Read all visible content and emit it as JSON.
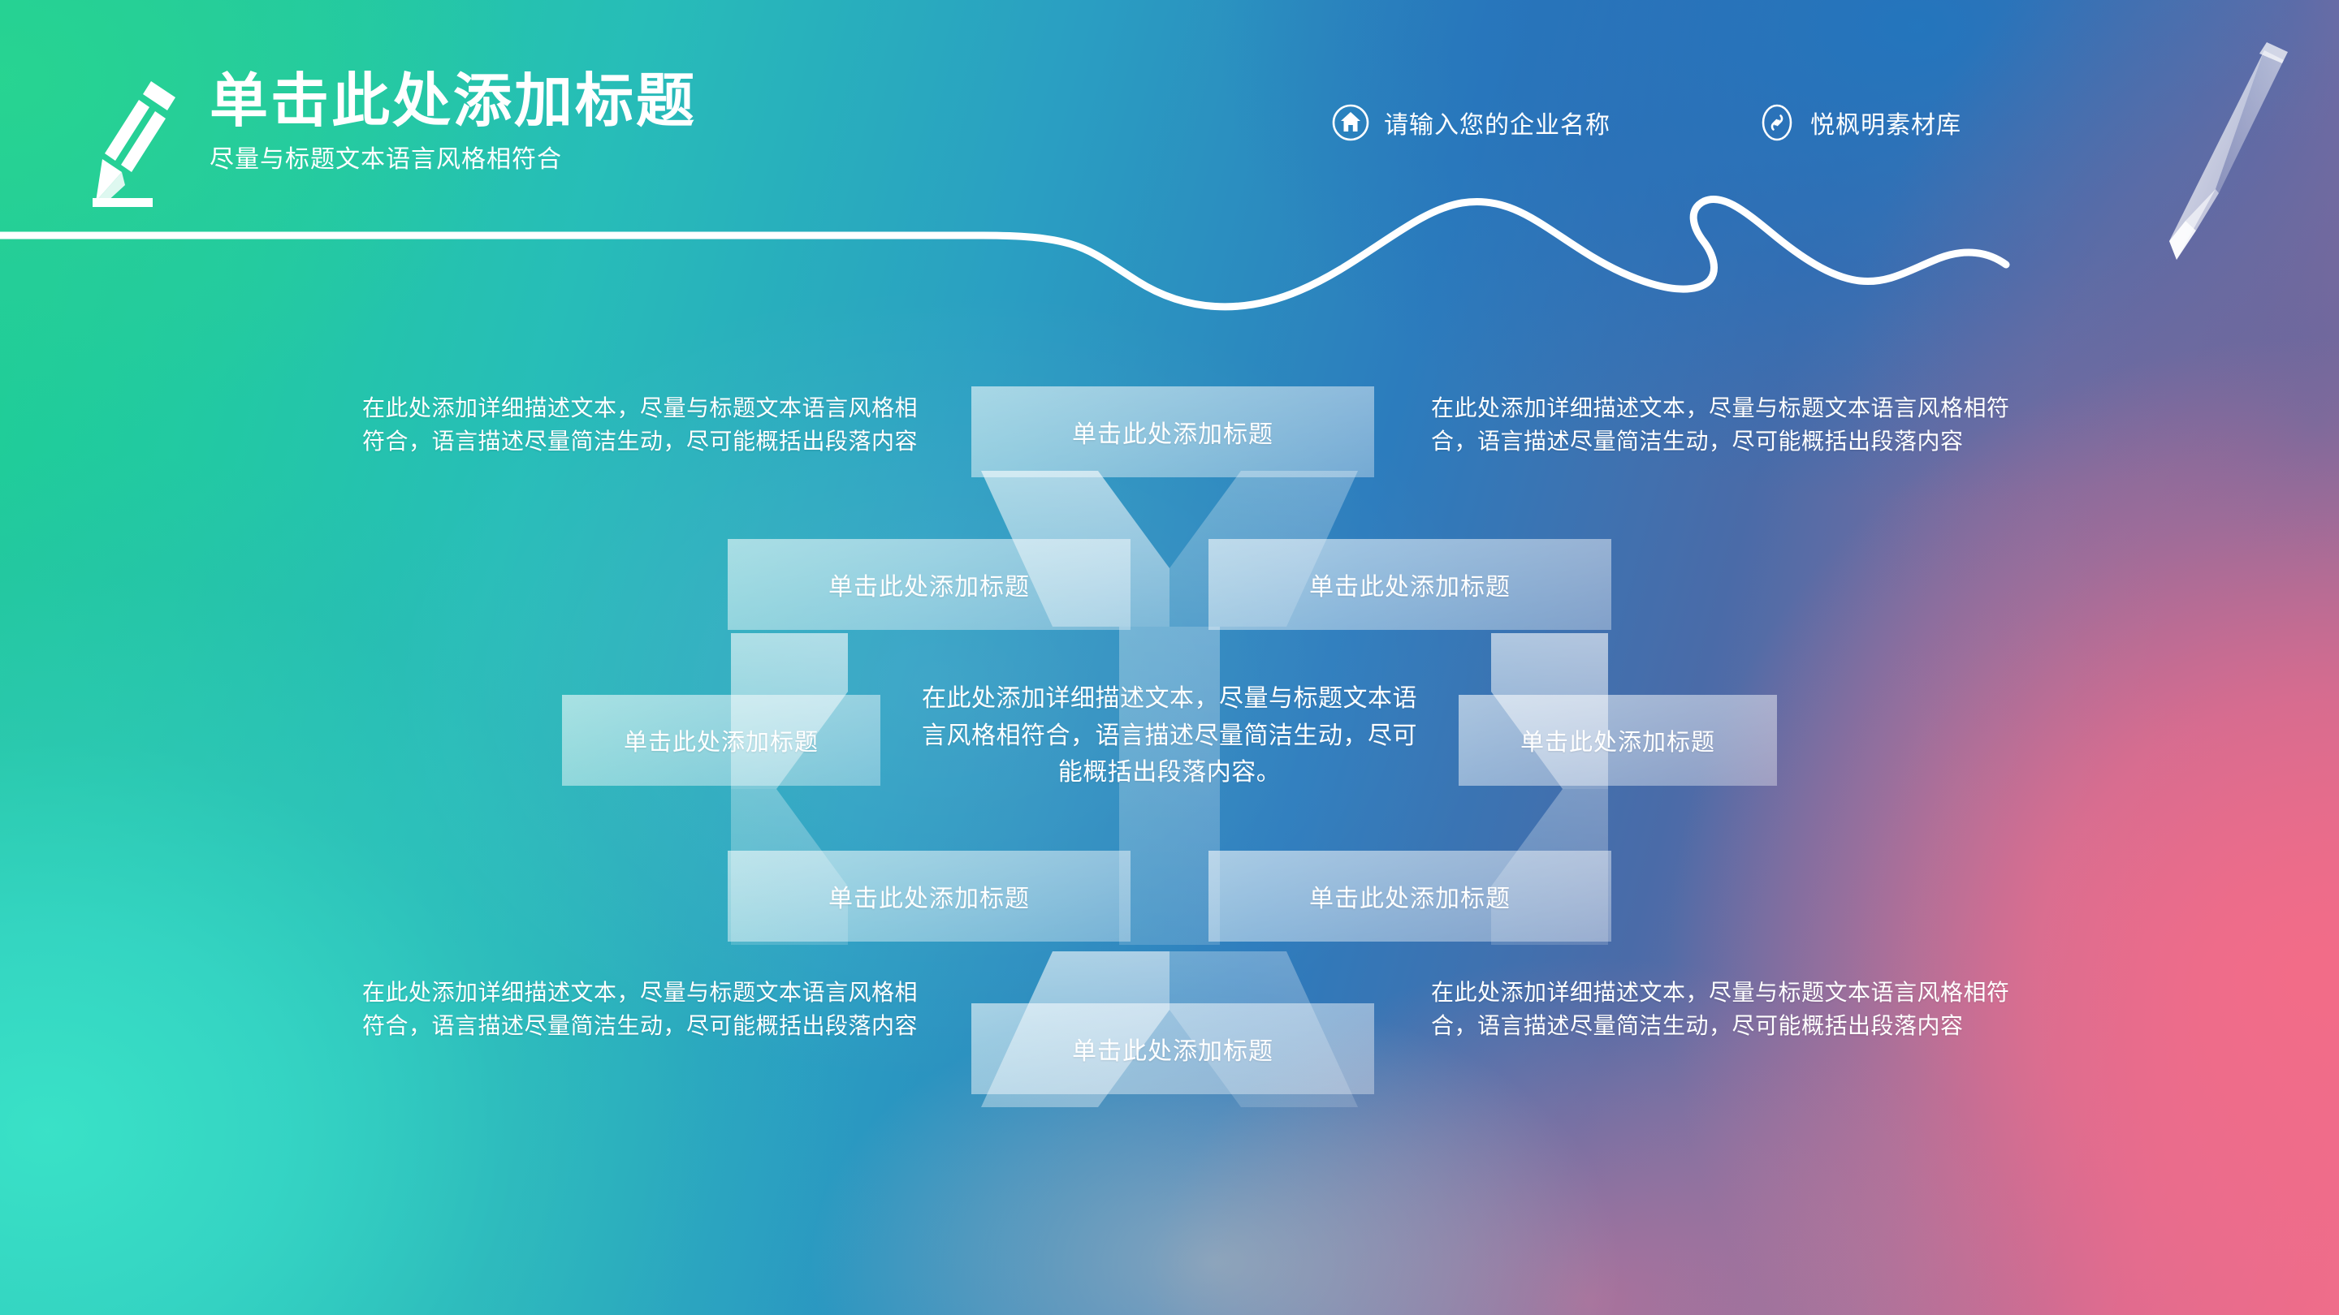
{
  "slide": {
    "title": "单击此处添加标题",
    "subtitle": "尽量与标题文本语言风格相符合"
  },
  "header": {
    "company_label": "请输入您的企业名称",
    "source_label": "悦枫明素材库",
    "company_icon": "home-icon",
    "source_icon": "link-icon",
    "logo_icon": "pencil-icon",
    "decor_icon": "pencil-drawing-line"
  },
  "diagram": {
    "type": "bowtie-hourglass-process",
    "node_label": "单击此处添加标题",
    "nodes": [
      {
        "id": "top",
        "label": "单击此处添加标题"
      },
      {
        "id": "upper-left",
        "label": "单击此处添加标题"
      },
      {
        "id": "upper-right",
        "label": "单击此处添加标题"
      },
      {
        "id": "middle-left",
        "label": "单击此处添加标题"
      },
      {
        "id": "middle-right",
        "label": "单击此处添加标题"
      },
      {
        "id": "lower-left",
        "label": "单击此处添加标题"
      },
      {
        "id": "lower-right",
        "label": "单击此处添加标题"
      },
      {
        "id": "bottom",
        "label": "单击此处添加标题"
      }
    ],
    "center_text": "在此处添加详细描述文本，尽量与标题文本语言风格相符合，语言描述尽量简洁生动，尽可能概括出段落内容。",
    "descriptions": [
      {
        "id": "top-left",
        "align": "right",
        "text": "在此处添加详细描述文本，尽量与标题文本语言风格相符合，语言描述尽量简洁生动，尽可能概括出段落内容"
      },
      {
        "id": "top-right",
        "align": "left",
        "text": "在此处添加详细描述文本，尽量与标题文本语言风格相符合，语言描述尽量简洁生动，尽可能概括出段落内容"
      },
      {
        "id": "bottom-left",
        "align": "right",
        "text": "在此处添加详细描述文本，尽量与标题文本语言风格相符合，语言描述尽量简洁生动，尽可能概括出段落内容"
      },
      {
        "id": "bottom-right",
        "align": "left",
        "text": "在此处添加详细描述文本，尽量与标题文本语言风格相符合，语言描述尽量简洁生动，尽可能概括出段落内容"
      }
    ]
  },
  "colors": {
    "text": "#ffffff",
    "bg_green": "#1ecf93",
    "bg_teal": "#3ae2c8",
    "bg_blue": "#2376be",
    "bg_purple": "#62689e",
    "bg_pink": "#ef6c88",
    "node_fill": "#ffffff",
    "connector_fill": "#ffffff"
  }
}
